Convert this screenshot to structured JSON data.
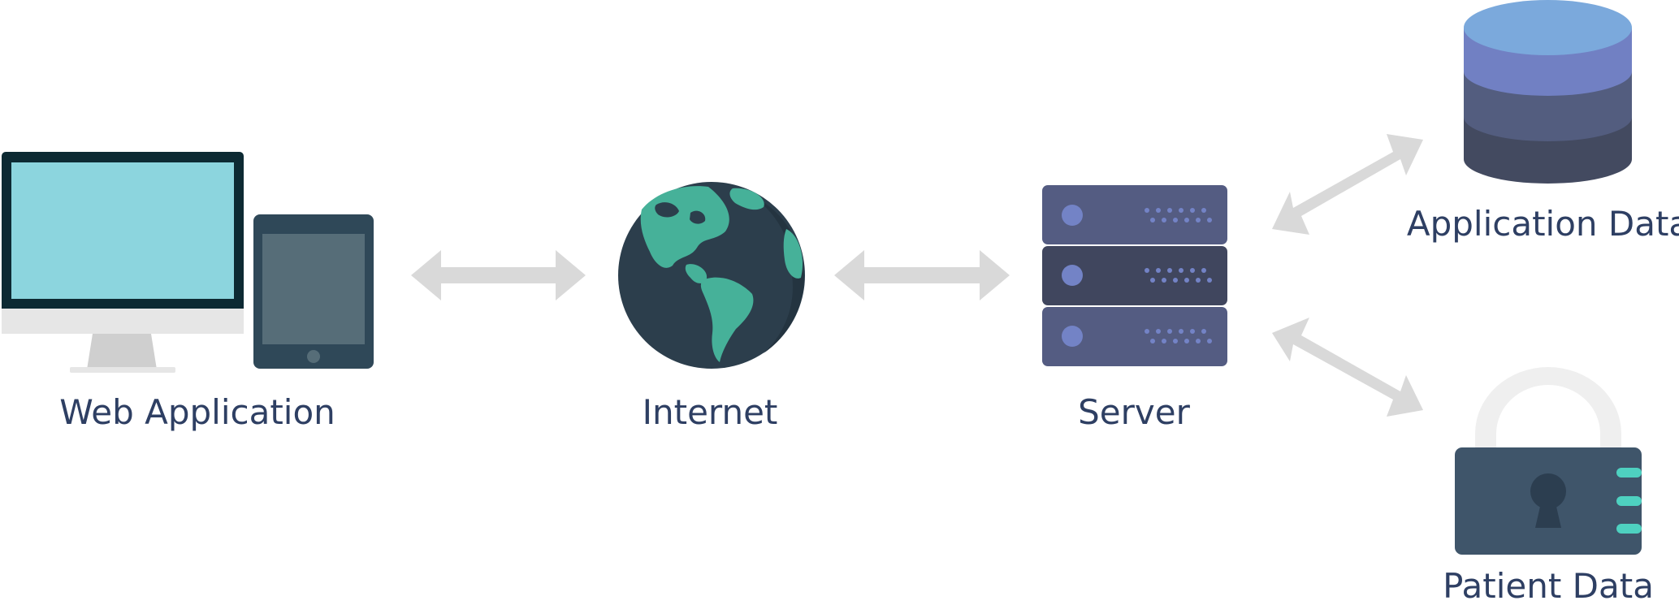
{
  "diagram": {
    "labels": {
      "web_application": "Web Application",
      "internet": "Internet",
      "server": "Server",
      "application_data": "Application Data",
      "patient_data": "Patient Data"
    },
    "icons": {
      "web_application": [
        "desktop-monitor-icon",
        "tablet-icon"
      ],
      "internet": "globe-icon",
      "server": "server-rack-icon",
      "application_data": "database-icon",
      "patient_data": "padlock-icon"
    },
    "connections": [
      {
        "from": "Web Application",
        "to": "Internet",
        "direction": "bidirectional"
      },
      {
        "from": "Internet",
        "to": "Server",
        "direction": "bidirectional"
      },
      {
        "from": "Server",
        "to": "Application Data",
        "direction": "bidirectional"
      },
      {
        "from": "Server",
        "to": "Patient Data",
        "direction": "bidirectional"
      }
    ],
    "colors": {
      "label_text": "#2e3f63",
      "arrow": "#d9d9d9",
      "monitor_screen": "#8cd5de",
      "monitor_frame": "#0d2a33",
      "tablet_body": "#2f4858",
      "globe_ocean": "#2c3e4c",
      "globe_land": "#46b199",
      "server_unit": "#545c82",
      "server_unit_dark": "#40465e",
      "server_accent": "#7383c6",
      "database_top": "#7ba9dc",
      "database_band_1": "#7180c3",
      "database_band_2": "#535d7f",
      "database_band_3": "#434a60",
      "lock_body": "#3f556a",
      "lock_shackle": "#efefef",
      "lock_stripes": "#4ed1c0"
    }
  }
}
